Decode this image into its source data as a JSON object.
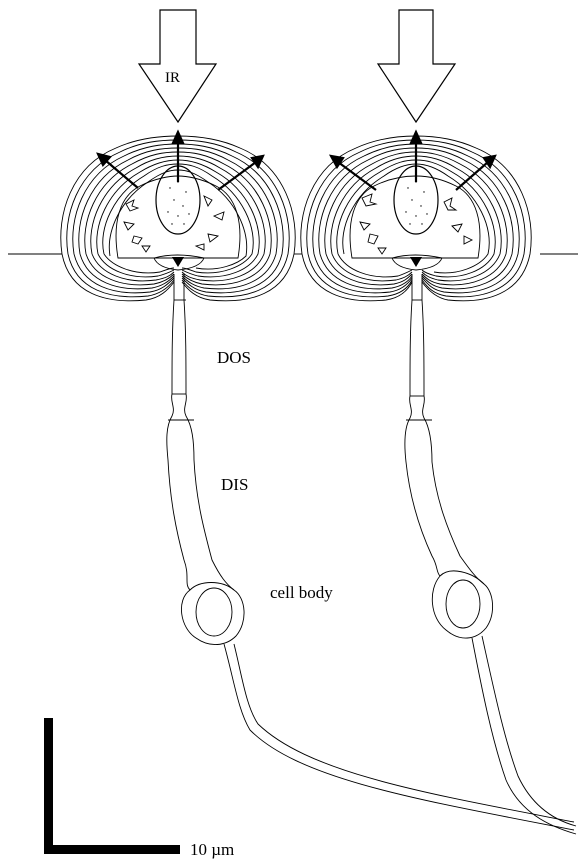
{
  "figure": {
    "labels": {
      "ir": "IR",
      "dos": "DOS",
      "dis": "DIS",
      "cell_body": "cell body",
      "scale": "10 µm"
    },
    "colors": {
      "ink": "#000000",
      "paper": "#ffffff"
    }
  }
}
